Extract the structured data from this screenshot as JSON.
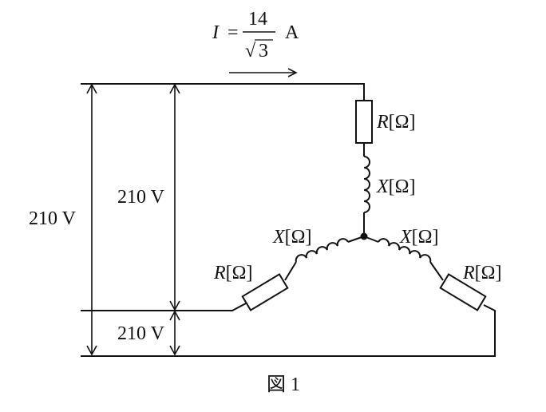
{
  "current": {
    "symbol": "I",
    "equals": "=",
    "numerator": "14",
    "denominator": "3",
    "sqrt_sign": "√",
    "unit": "A"
  },
  "voltages": {
    "outer": "210 V",
    "inner_top": "210 V",
    "inner_bottom": "210 V"
  },
  "top_branch": {
    "resistor_label": "R",
    "reactor_label": "X"
  },
  "left_branch": {
    "resistor_label": "R",
    "reactor_label": "X"
  },
  "right_branch": {
    "resistor_label": "R",
    "reactor_label": "X"
  },
  "ohm_unit": "[Ω]",
  "figure_caption": "図 1"
}
